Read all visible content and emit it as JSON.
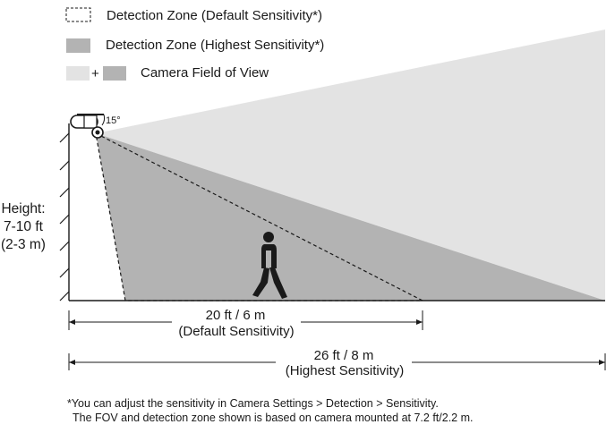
{
  "legend": {
    "default_zone": "Detection Zone (Default Sensitivity*)",
    "highest_zone": "Detection Zone (Highest Sensitivity*)",
    "plus": "+",
    "field_of_view": "Camera Field of View"
  },
  "camera": {
    "tilt_label": "15°"
  },
  "height_label": {
    "line1": "Height:",
    "line2": "7-10 ft",
    "line3": "(2-3 m)"
  },
  "dimensions": {
    "default_distance": "20 ft / 6 m",
    "default_caption": "(Default Sensitivity)",
    "highest_distance": "26 ft / 8 m",
    "highest_caption": "(Highest Sensitivity)"
  },
  "footnote": {
    "line1": "*You can adjust the sensitivity in Camera Settings > Detection > Sensitivity.",
    "line2": "The FOV and detection zone shown is based on camera mounted at 7.2 ft/2.2 m."
  },
  "colors": {
    "field_of_view_light": "#e3e3e3",
    "detection_zone_gray": "#b3b3b3",
    "ink": "#1a1a1a"
  }
}
